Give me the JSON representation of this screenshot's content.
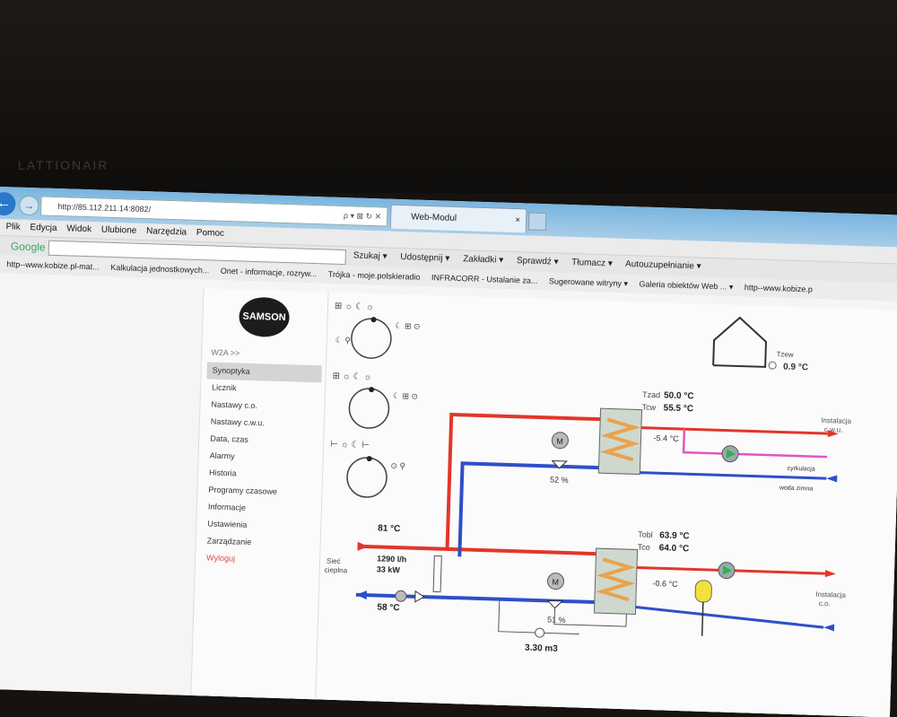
{
  "monitor": {
    "bezel_text": "LATTIONAIR"
  },
  "browser": {
    "back_icon": "arrow-left-icon",
    "address": "http://85.112.211.14:8082/",
    "address_controls": "ρ ▾ ⊠ ↻ ✕",
    "tab_title": "Web-Modul",
    "menu": [
      "Plik",
      "Edycja",
      "Widok",
      "Ulubione",
      "Narzędzia",
      "Pomoc"
    ],
    "google_label": "Google",
    "toolbar_items": [
      "Szukaj ▾",
      "Udostępnij ▾",
      "Zakładki ▾",
      "Sprawdź ▾",
      "Tłumacz ▾",
      "Autouzupełnianie ▾"
    ],
    "favorites": [
      "http--www.kobize.pl-mat...",
      "Kalkulacja jednostkowych...",
      "Onet - informacje, rozryw...",
      "Trójka - moje.polskieradio",
      "INFRACORR - Ustalanie za...",
      "Sugerowane witryny ▾",
      "Galeria obiektów Web ... ▾",
      "http--www.kobize.p"
    ]
  },
  "sidebar": {
    "logo": "SAMSON",
    "breadcrumb": "W2A >>",
    "items": [
      {
        "label": "Synoptyka",
        "active": true
      },
      {
        "label": "Licznik"
      },
      {
        "label": "Nastawy c.o."
      },
      {
        "label": "Nastawy c.w.u."
      },
      {
        "label": "Data, czas"
      },
      {
        "label": "Alarmy"
      },
      {
        "label": "Historia"
      },
      {
        "label": "Programy czasowe"
      },
      {
        "label": "Informacje"
      },
      {
        "label": "Ustawienia"
      },
      {
        "label": "Zarządzanie"
      },
      {
        "label": "Wyloguj",
        "logout": true
      }
    ]
  },
  "schematic": {
    "outside": {
      "label": "Tzew",
      "value": "0.9 °C"
    },
    "dhw": {
      "tzad_label": "Tzad",
      "tzad_value": "50.0 °C",
      "tcw_label": "Tcw",
      "tcw_value": "55.5 °C",
      "delta": "-5.4 °C",
      "valve_pct": "52 %",
      "motor": "M"
    },
    "heating": {
      "tobl_label": "Tobl",
      "tobl_value": "63.9 °C",
      "tco_label": "Tco",
      "tco_value": "64.0 °C",
      "delta": "-0.6 °C",
      "valve_pct": "51 %",
      "motor": "M"
    },
    "network": {
      "supply_temp": "81 °C",
      "flow": "1290 l/h",
      "power": "33 kW",
      "return_temp": "58 °C",
      "volume": "3.30 m3",
      "label_1": "Sieć",
      "label_2": "cieplna"
    },
    "outlets": {
      "dhw_1": "Instalacja",
      "dhw_2": "c.w.u.",
      "circulation": "cyrkulacja",
      "cold_water": "woda zimna",
      "heat_1": "Instalacja",
      "heat_2": "c.o."
    },
    "colors": {
      "supply": "#e2362a",
      "return": "#2f4fc8",
      "circulation": "#e055c8",
      "pump": "#2fb24a",
      "expansion": "#f1e23a"
    }
  }
}
